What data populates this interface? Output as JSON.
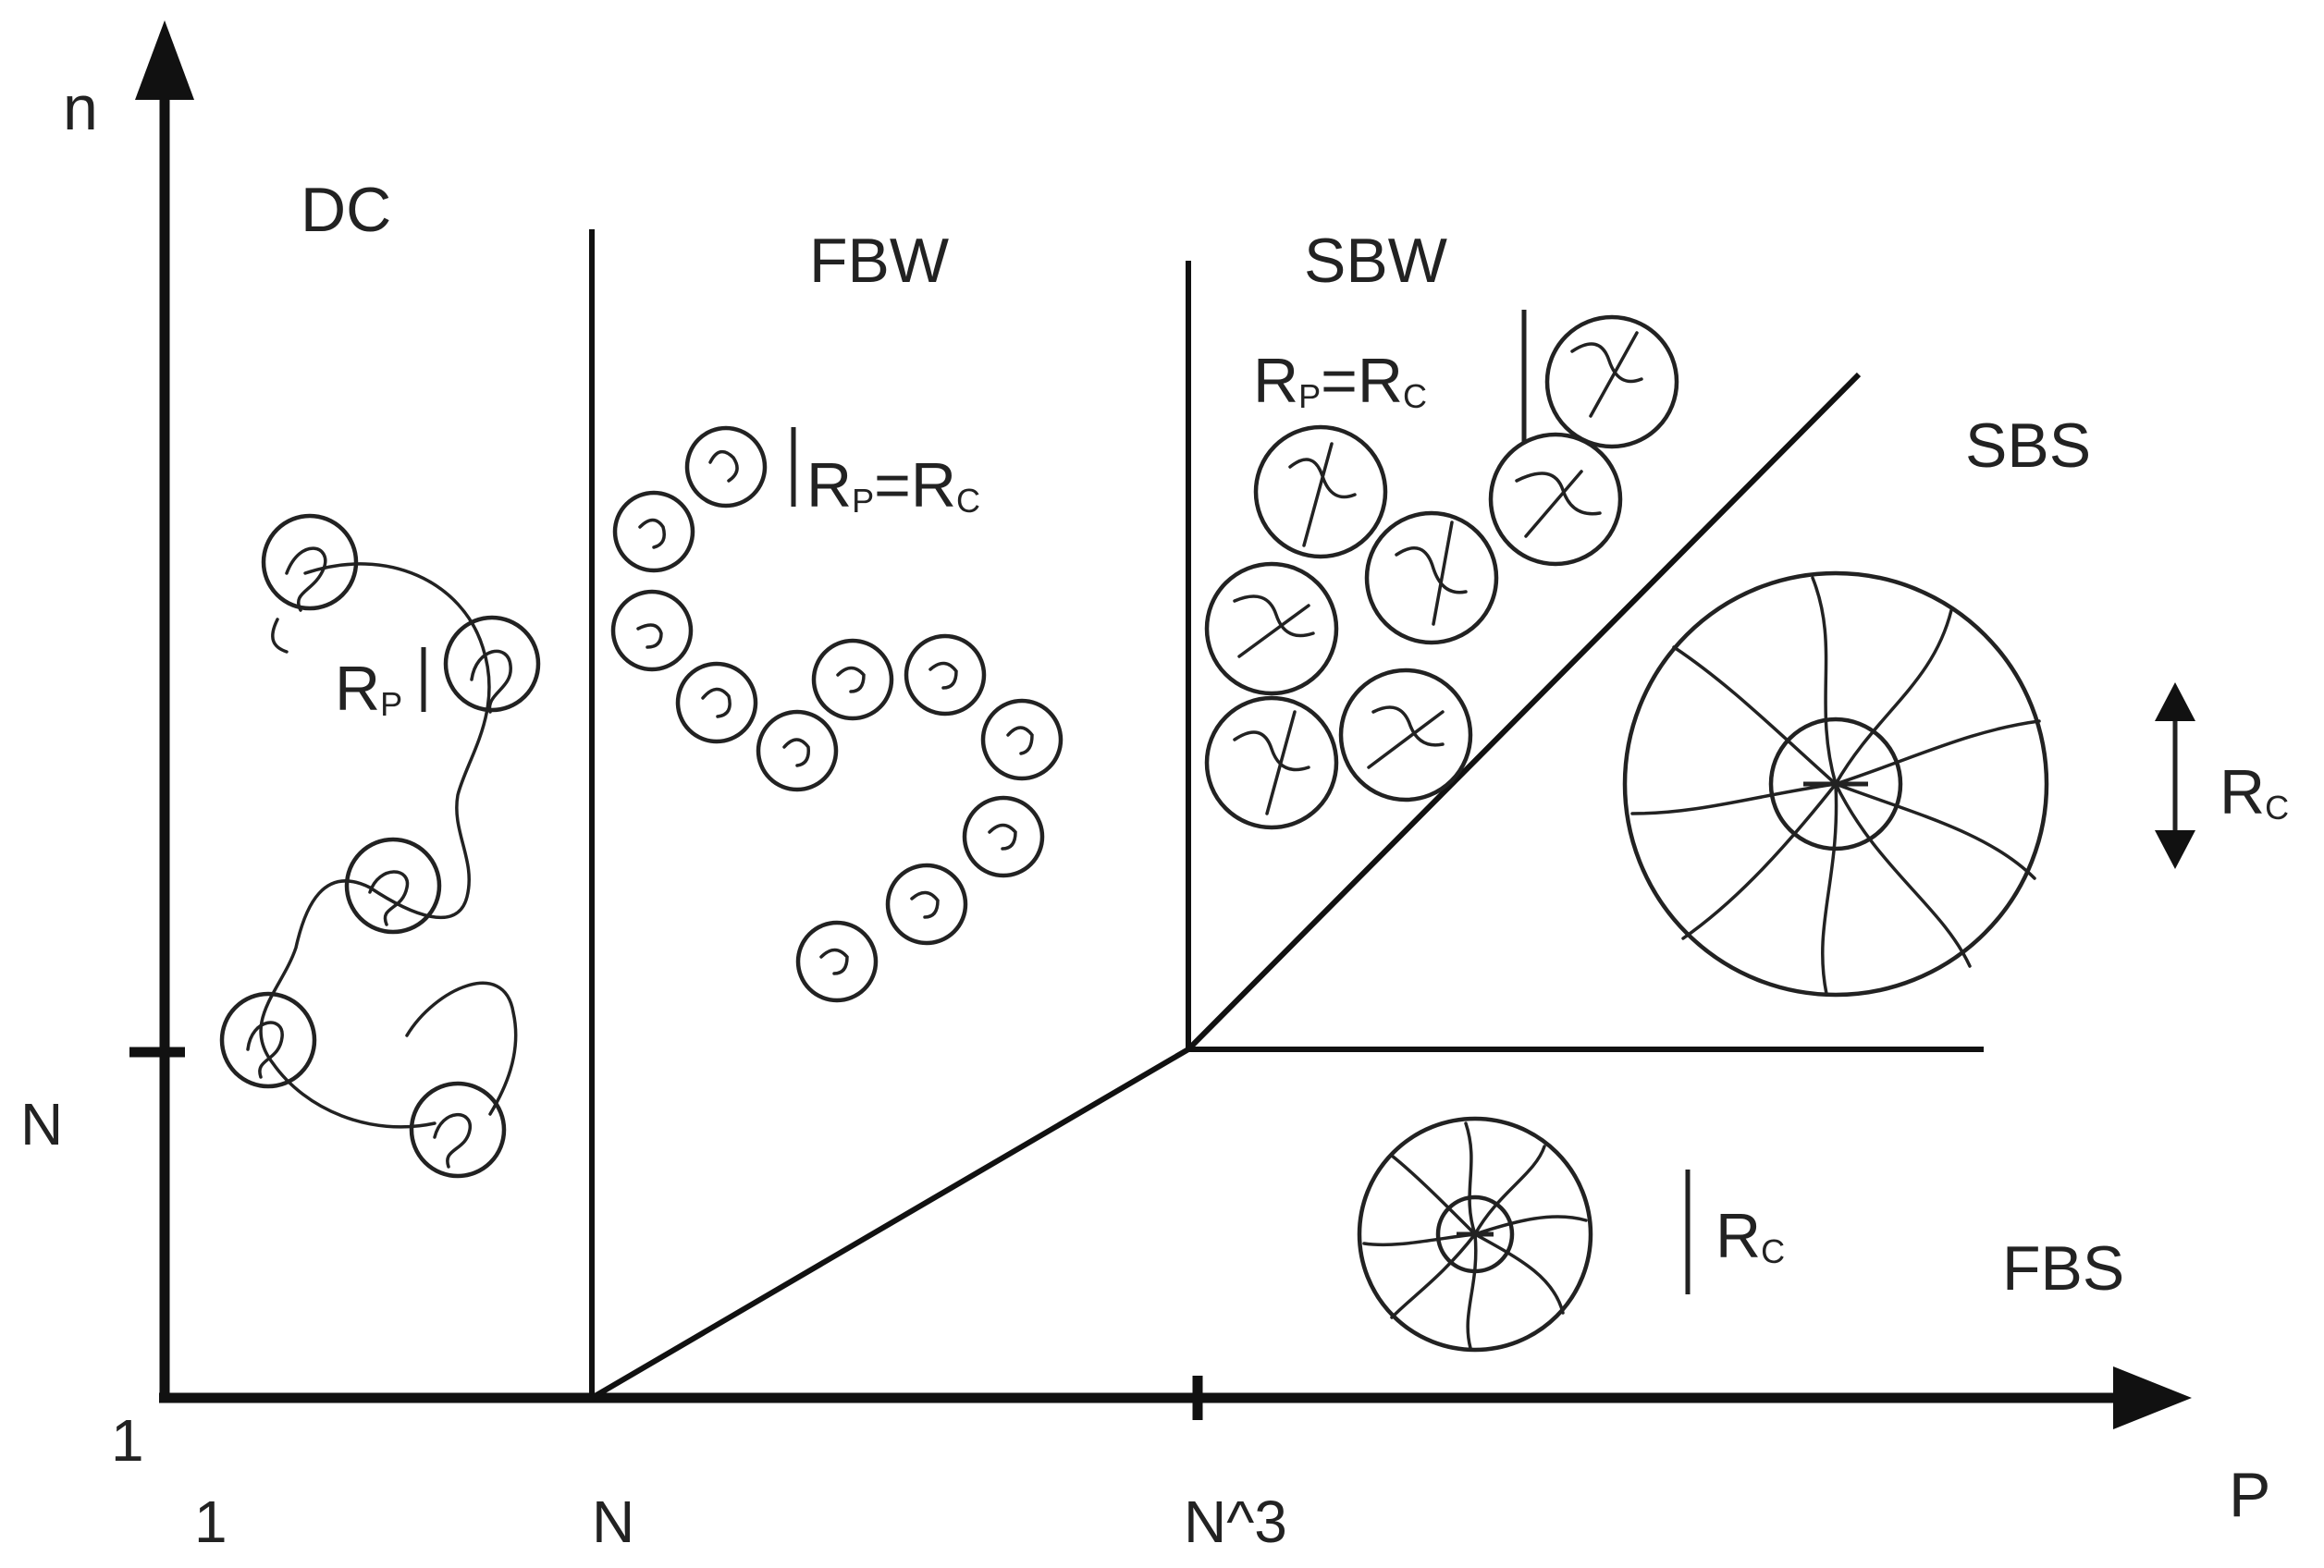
{
  "axes": {
    "y_label": "n",
    "x_label": "P"
  },
  "ticks": {
    "y_one": "1",
    "y_N": "N",
    "x_one": "1",
    "x_N": "N",
    "x_N3": "N^3"
  },
  "regions": {
    "dc": "DC",
    "fbw": "FBW",
    "sbw": "SBW",
    "sbs": "SBS",
    "fbs": "FBS"
  },
  "annotations": {
    "r": "R",
    "sub_p": "P",
    "sub_c": "C",
    "eq": "="
  }
}
